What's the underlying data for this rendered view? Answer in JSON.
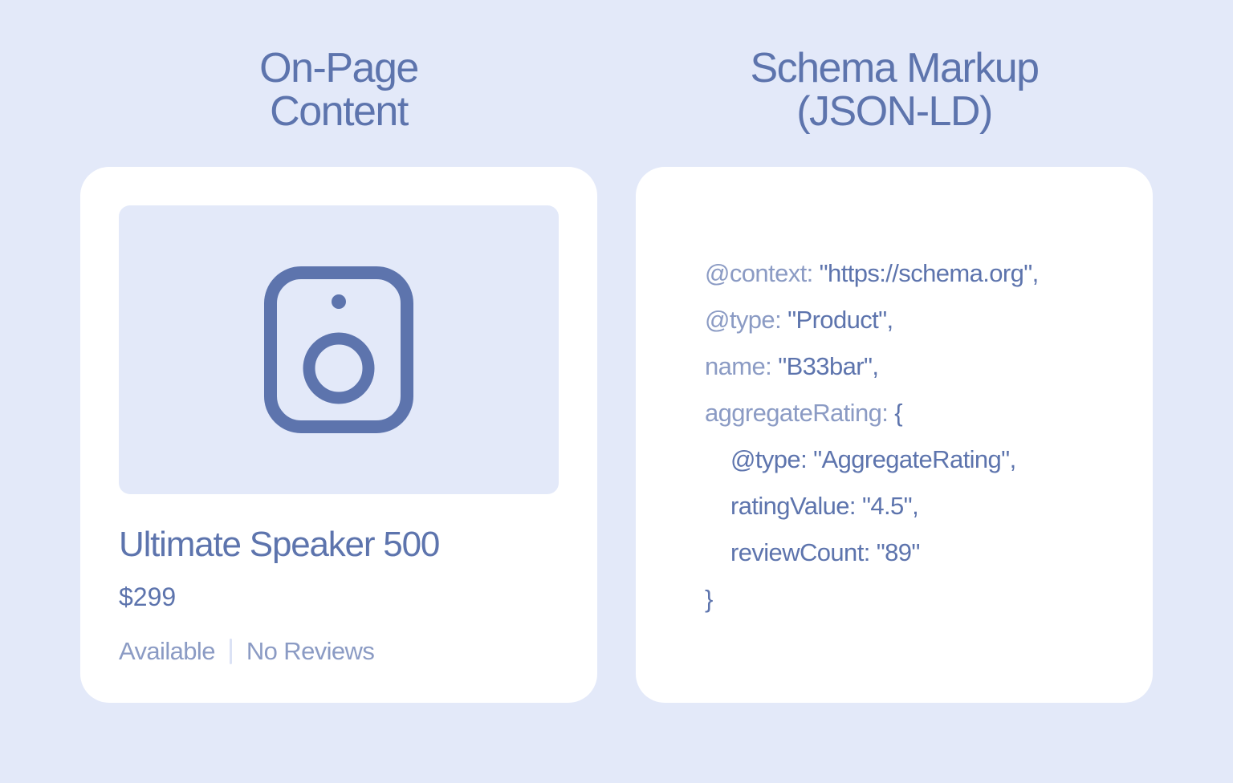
{
  "left_panel": {
    "title_line1": "On-Page",
    "title_line2": "Content",
    "product": {
      "image_icon": "speaker-icon",
      "name": "Ultimate Speaker 500",
      "price": "$299",
      "availability": "Available",
      "reviews": "No Reviews"
    }
  },
  "right_panel": {
    "title_line1": "Schema Markup",
    "title_line2": "(JSON-LD)",
    "code": {
      "context_key": "@context:",
      "context_val": "\"https://schema.org\",",
      "type_key": "@type:",
      "type_val": "\"Product\",",
      "name_key": "name:",
      "name_val": "\"B33bar\",",
      "rating_key": "aggregateRating:",
      "rating_open": "{",
      "rating_type_key": "@type:",
      "rating_type_val": "\"AggregateRating\",",
      "rating_value_key": "ratingValue:",
      "rating_value_val": "\"4.5\",",
      "review_count_key": "reviewCount:",
      "review_count_val": "\"89\"",
      "rating_close": "}"
    }
  },
  "colors": {
    "background": "#e3e9f9",
    "card": "#ffffff",
    "accent": "#5d74ad",
    "muted": "#8b9bc4"
  }
}
